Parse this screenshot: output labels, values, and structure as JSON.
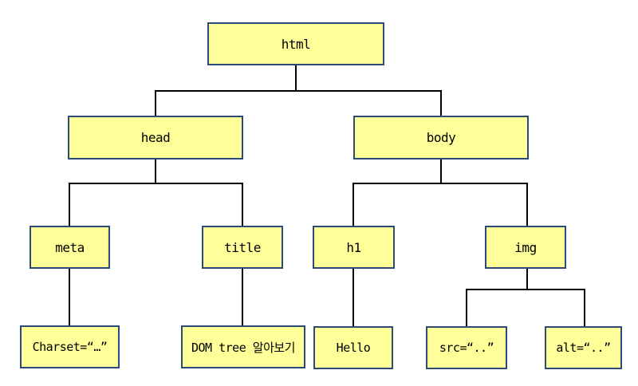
{
  "diagram": {
    "type": "tree",
    "description": "DOM tree of an HTML document",
    "colors": {
      "background": "#FFFFFF",
      "node_fill": "#FFFF99",
      "node_border": "#2B4A77",
      "connector": "#000000",
      "text": "#000000"
    },
    "nodes": {
      "html": {
        "label": "html"
      },
      "head": {
        "label": "head"
      },
      "body": {
        "label": "body"
      },
      "meta": {
        "label": "meta"
      },
      "title": {
        "label": "title"
      },
      "h1": {
        "label": "h1"
      },
      "img": {
        "label": "img"
      },
      "charset": {
        "label": "Charset=“…”"
      },
      "title_text": {
        "label": "DOM tree 알아보기"
      },
      "h1_text": {
        "label": "Hello"
      },
      "src": {
        "label": "src=“..”"
      },
      "alt": {
        "label": "alt=“..”"
      }
    },
    "edges": [
      {
        "from": "html",
        "to": "head"
      },
      {
        "from": "html",
        "to": "body"
      },
      {
        "from": "head",
        "to": "meta"
      },
      {
        "from": "head",
        "to": "title"
      },
      {
        "from": "body",
        "to": "h1"
      },
      {
        "from": "body",
        "to": "img"
      },
      {
        "from": "meta",
        "to": "charset"
      },
      {
        "from": "title",
        "to": "title_text"
      },
      {
        "from": "h1",
        "to": "h1_text"
      },
      {
        "from": "img",
        "to": "src"
      },
      {
        "from": "img",
        "to": "alt"
      }
    ]
  }
}
